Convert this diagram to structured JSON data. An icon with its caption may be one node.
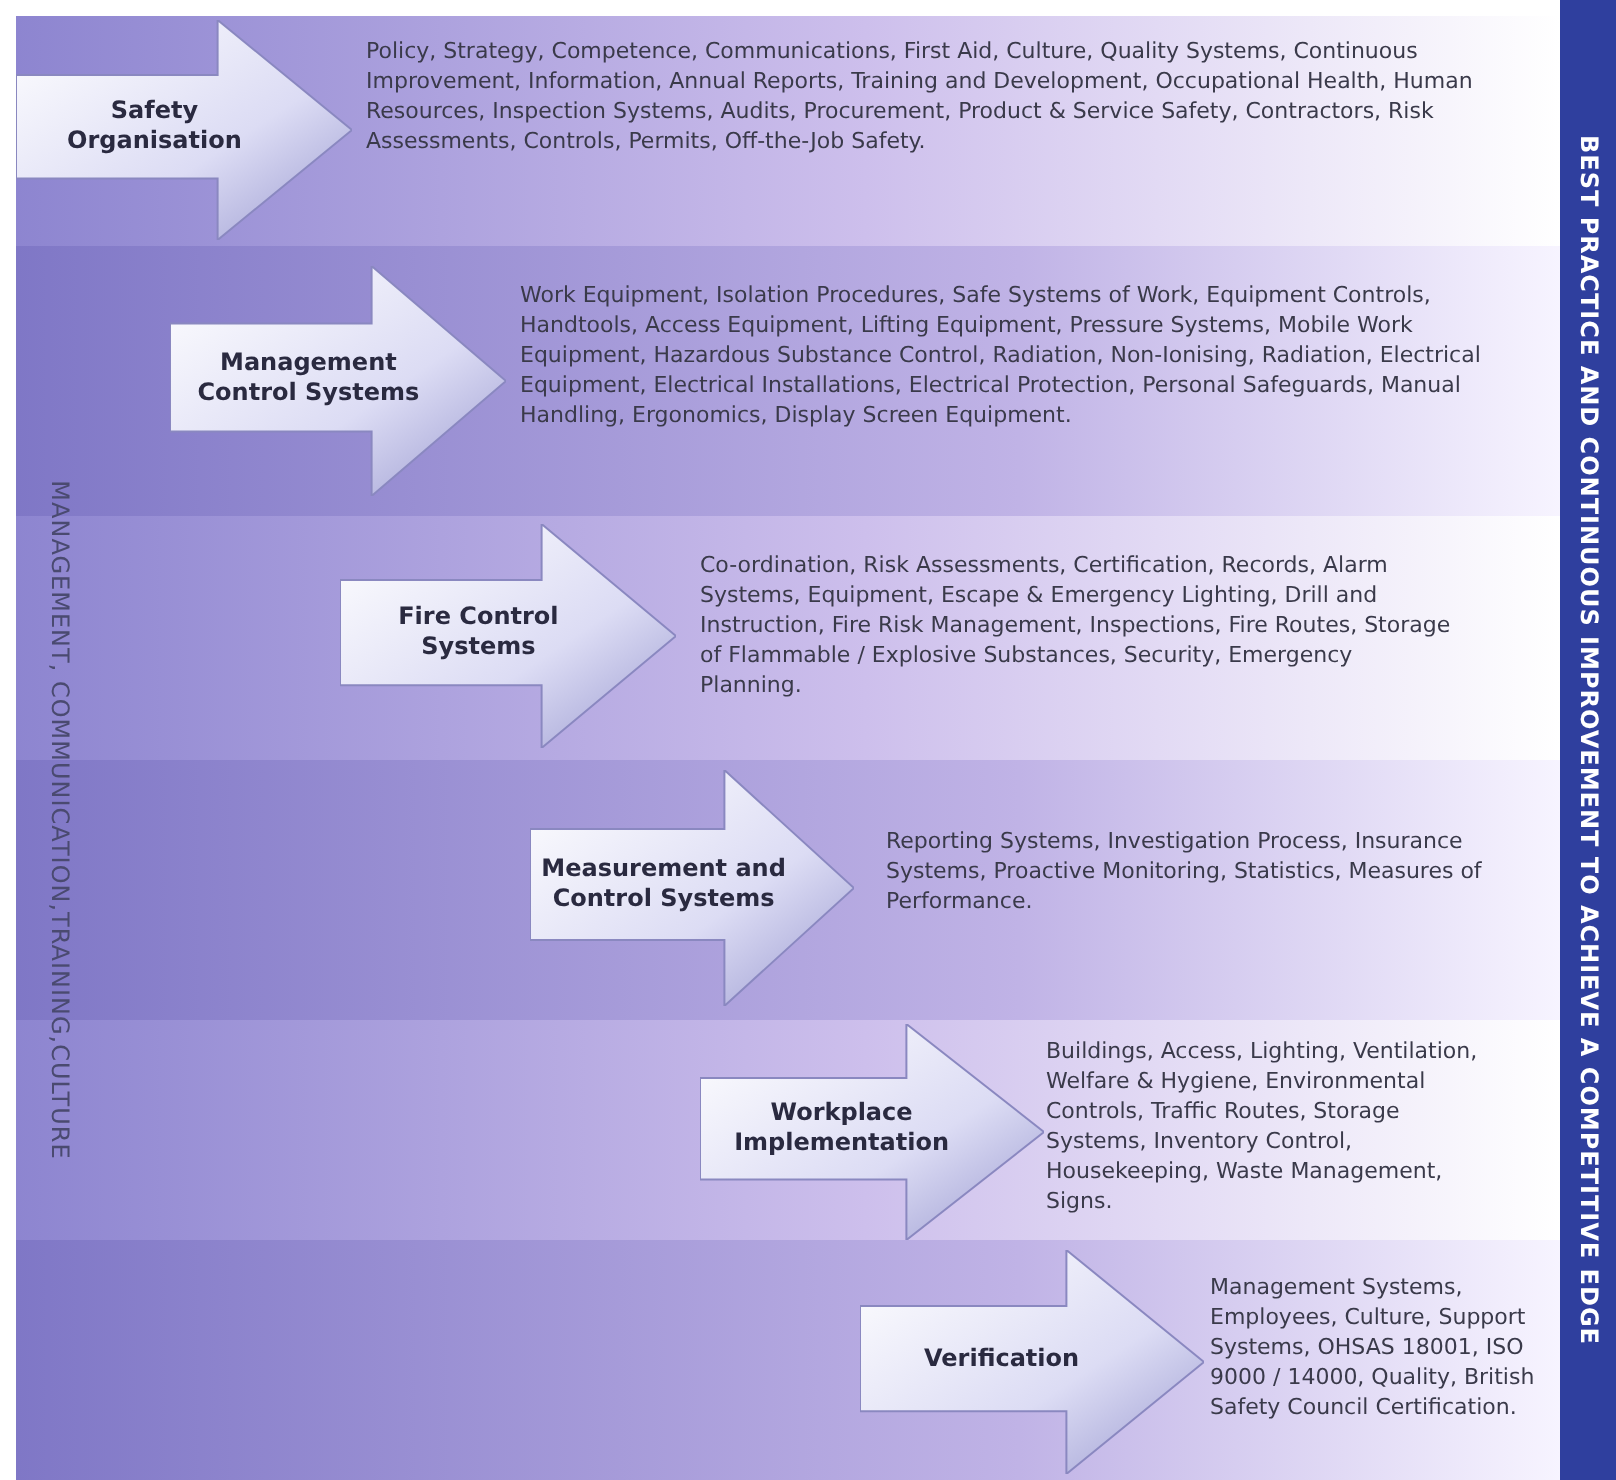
{
  "diagram": {
    "nodes": [
      {
        "text": [
          "Safety Organisation"
        ],
        "beside": [
          "Policy, Strategy, Competence, Communications, First Aid, Culture, Quality Systems, Continuous Improvement, Information, Annual Reports, Training and Development, Occupational Health, Human Resources, Inspection Systems, Audits, Procurement, Product & Service Safety, Contractors, Risk Assessments, Controls, Permits, Off-the-Job Safety."
        ]
      },
      {
        "text": [
          "Management Control Systems"
        ],
        "beside": [
          "Work Equipment, Isolation Procedures, Safe Systems of Work, Equipment Controls, Handtools, Access Equipment, Lifting Equipment, Pressure Systems, Mobile Work Equipment, Hazardous Substance Control, Radiation, Non-Ionising, Radiation, Electrical Equipment, Electrical Installations, Electrical Protection, Personal Safeguards, Manual Handling, Ergonomics, Display Screen Equipment."
        ]
      },
      {
        "text": [
          "Fire Control Systems"
        ],
        "beside": [
          "Co-ordination, Risk Assessments, Certification, Records, Alarm Systems, Equipment, Escape & Emergency Lighting, Drill and Instruction, Fire Risk Management, Inspections, Fire Routes, Storage of Flammable / Explosive Substances, Security, Emergency Planning."
        ]
      },
      {
        "text": [
          "Measurement and Control Systems"
        ],
        "beside": [
          "Reporting Systems, Investigation Process, Insurance Systems, Proactive Monitoring, Statistics, Measures of Performance."
        ]
      },
      {
        "text": [
          "Workplace Implementation"
        ],
        "beside": [
          "Buildings, Access, Lighting, Ventilation, Welfare & Hygiene, Environmental Controls, Traffic Routes, Storage Systems, Inventory Control, Housekeeping, Waste Management, Signs."
        ]
      },
      {
        "text": [
          "Verification"
        ],
        "beside": [
          "Management Systems, Employees, Culture, Support Systems, OHSAS 18001, ISO 9000 / 14000, Quality, British Safety Council Certification."
        ]
      }
    ],
    "labels": [
      "MANAGEMENT, COMMUNICATION,TRAINING,CULTURE",
      "BEST PRACTICE AND CONTINUOUS IMPROVEMENT TO ACHIEVE A COMPETITIVE EDGE"
    ]
  }
}
